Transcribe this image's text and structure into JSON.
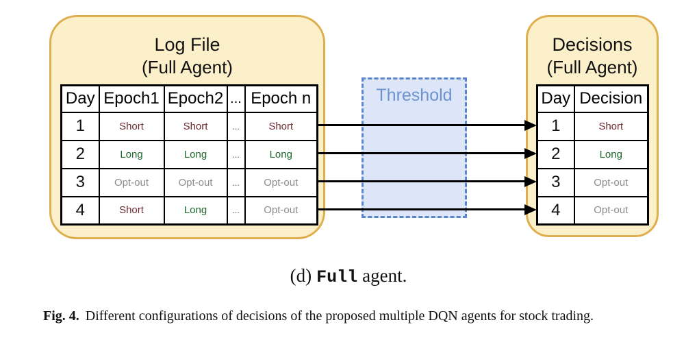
{
  "log_box": {
    "title": "Log File",
    "subtitle": "(Full Agent)",
    "headers": [
      "Day",
      "Epoch1",
      "Epoch2",
      "...",
      "Epoch n"
    ],
    "rows": [
      [
        "1",
        "Short",
        "Short",
        "...",
        "Short"
      ],
      [
        "2",
        "Long",
        "Long",
        "...",
        "Long"
      ],
      [
        "3",
        "Opt-out",
        "Opt-out",
        "...",
        "Opt-out"
      ],
      [
        "4",
        "Short",
        "Long",
        "...",
        "Opt-out"
      ]
    ]
  },
  "threshold_label": "Threshold",
  "decisions_box": {
    "title": "Decisions",
    "subtitle": "(Full Agent)",
    "headers": [
      "Day",
      "Decision"
    ],
    "rows": [
      [
        "1",
        "Short"
      ],
      [
        "2",
        "Long"
      ],
      [
        "3",
        "Opt-out"
      ],
      [
        "4",
        "Opt-out"
      ]
    ]
  },
  "subcaption": {
    "index": "(d)",
    "agent_name": "Full",
    "suffix": "agent."
  },
  "figure_caption": {
    "label": "Fig. 4.",
    "text": "Different configurations of decisions of the proposed multiple DQN agents for stock trading."
  },
  "colors": {
    "box_fill": "#FCF0CA",
    "box_border": "#DFAE4F",
    "threshold_fill": "#DCE6F8",
    "threshold_border": "#5B87C8",
    "threshold_text": "#6D93CF",
    "arrow": "#000000",
    "short": "#6D2A33",
    "long": "#1E682B",
    "opt_out": "#8C8C8C"
  }
}
